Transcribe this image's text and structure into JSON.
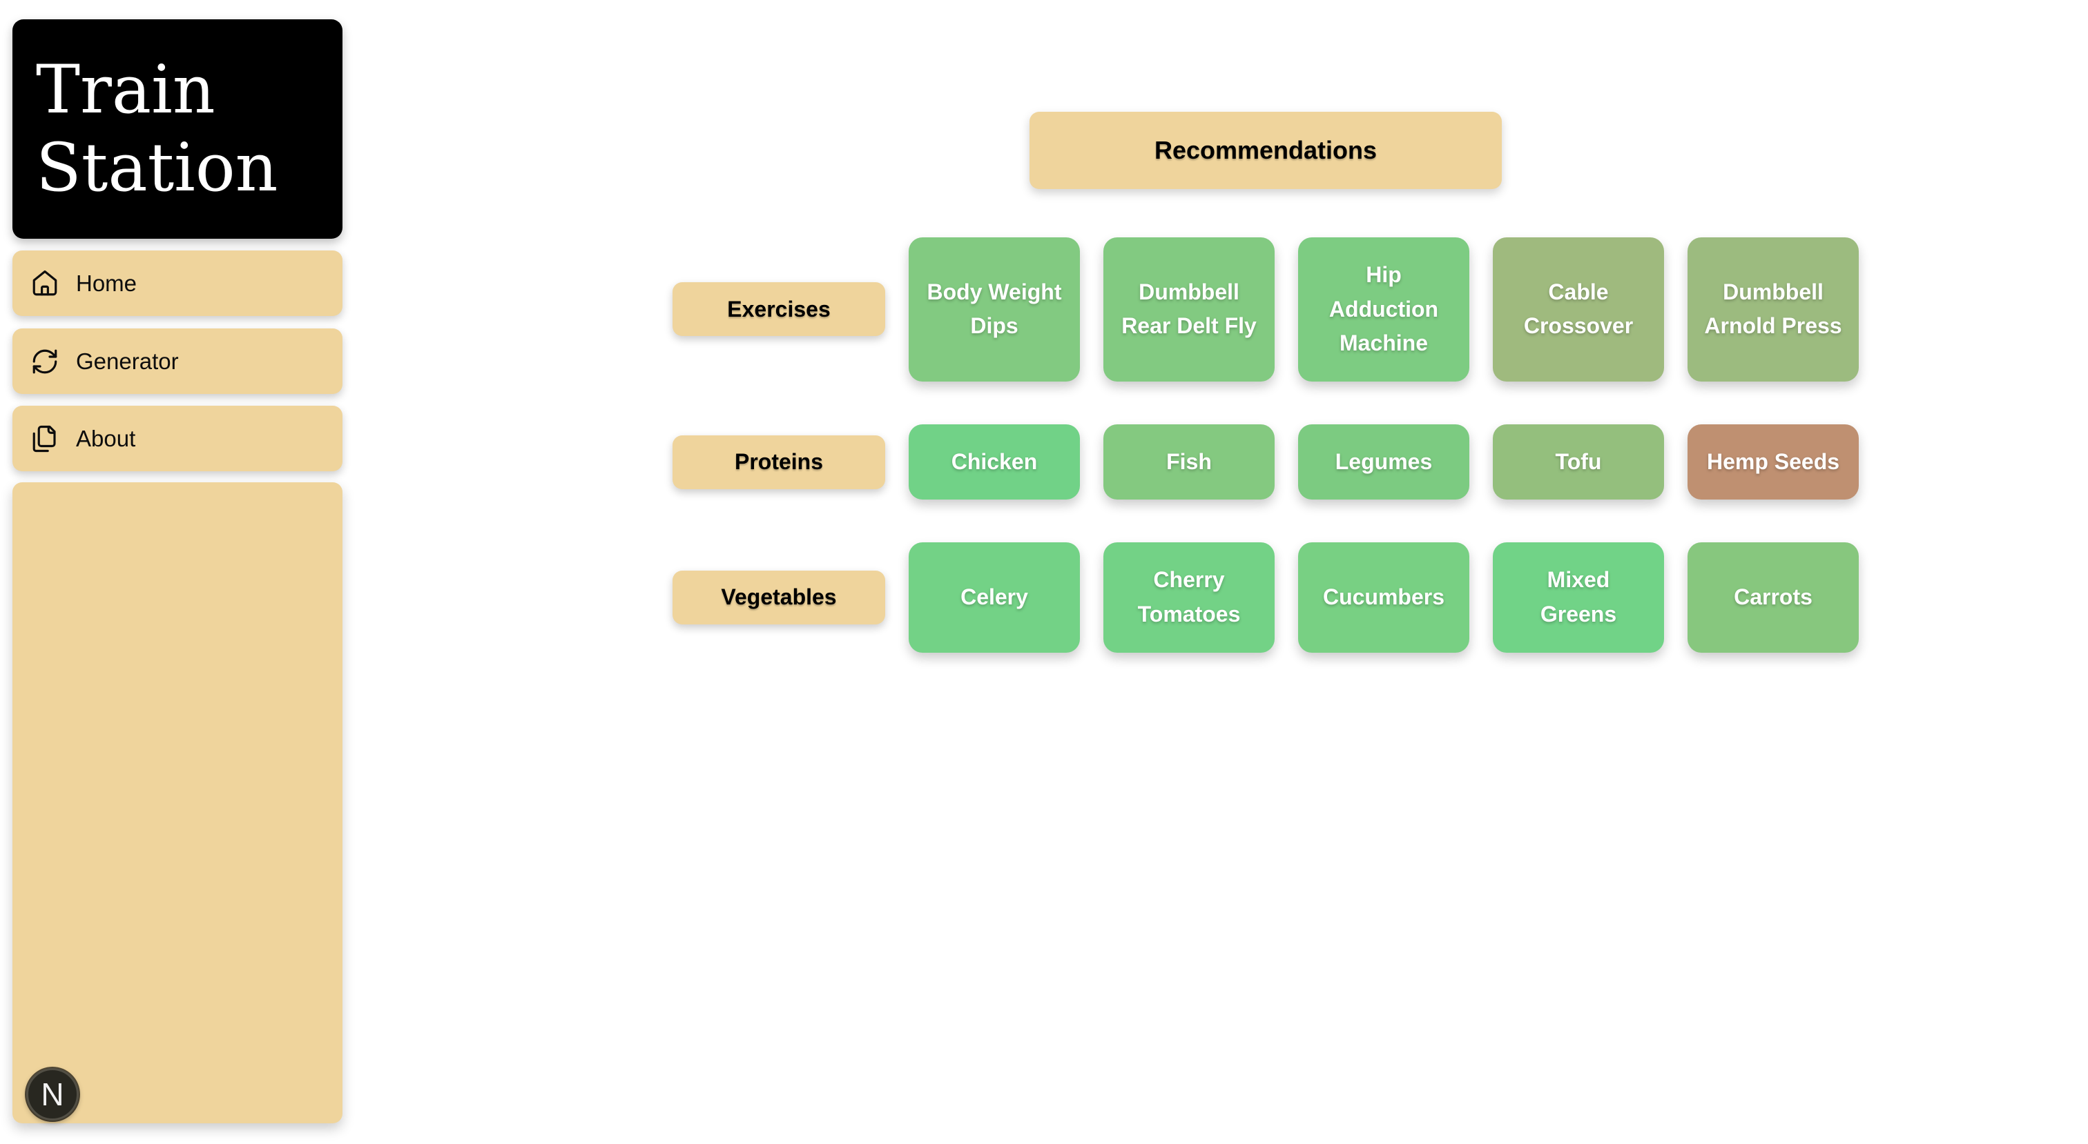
{
  "app": {
    "name_line1": "Train",
    "name_line2": "Station"
  },
  "sidebar": {
    "items": [
      {
        "label": "Home",
        "icon": "home-icon"
      },
      {
        "label": "Generator",
        "icon": "refresh-icon"
      },
      {
        "label": "About",
        "icon": "copy-pages-icon"
      }
    ],
    "avatar_letter": "N"
  },
  "main": {
    "header": "Recommendations",
    "rows": [
      {
        "label": "Exercises",
        "cards": [
          {
            "label": "Body Weight Dips",
            "color": "#82ca81"
          },
          {
            "label": "Dumbbell Rear Delt Fly",
            "color": "#82ca81"
          },
          {
            "label": "Hip Adduction Machine",
            "color": "#7dcc82"
          },
          {
            "label": "Cable Crossover",
            "color": "#9fba7e"
          },
          {
            "label": "Dumbbell Arnold Press",
            "color": "#9cbb7f"
          }
        ]
      },
      {
        "label": "Proteins",
        "cards": [
          {
            "label": "Chicken",
            "color": "#71d287"
          },
          {
            "label": "Fish",
            "color": "#84c980"
          },
          {
            "label": "Legumes",
            "color": "#7ccb81"
          },
          {
            "label": "Tofu",
            "color": "#94bf7d"
          },
          {
            "label": "Hemp Seeds",
            "color": "#bf9071"
          }
        ]
      },
      {
        "label": "Vegetables",
        "cards": [
          {
            "label": "Celery",
            "color": "#73d286"
          },
          {
            "label": "Cherry Tomatoes",
            "color": "#73d286"
          },
          {
            "label": "Cucumbers",
            "color": "#78d083"
          },
          {
            "label": "Mixed Greens",
            "color": "#71d387"
          },
          {
            "label": "Carrots",
            "color": "#87c77e"
          }
        ]
      }
    ]
  },
  "colors": {
    "accent_tan": "#efd49c",
    "card_text": "#ffffff",
    "logo_bg": "#000000",
    "avatar_bg": "#282720"
  }
}
